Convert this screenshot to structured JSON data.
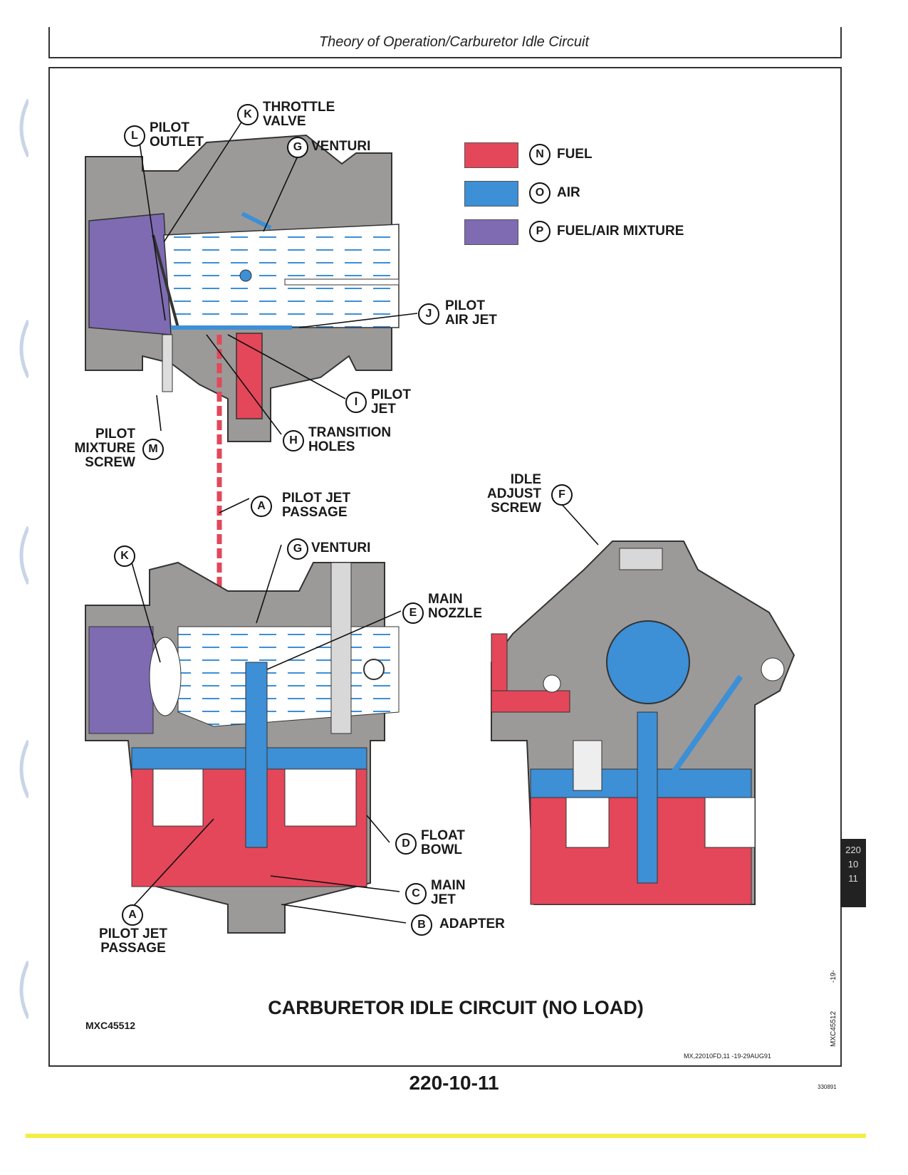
{
  "header": {
    "title": "Theory of Operation/Carburetor Idle Circuit"
  },
  "colors": {
    "fuel": "#e4475a",
    "air": "#3d8fd6",
    "mixture": "#7e6bb2",
    "body": "#9c9a98"
  },
  "legend": [
    {
      "letter": "N",
      "text": "FUEL"
    },
    {
      "letter": "O",
      "text": "AIR"
    },
    {
      "letter": "P",
      "text": "FUEL/AIR MIXTURE"
    }
  ],
  "labels": {
    "L": "PILOT\nOUTLET",
    "K": "THROTTLE\nVALVE",
    "G": "VENTURI",
    "J": "PILOT\nAIR JET",
    "I": "PILOT\nJET",
    "H": "TRANSITION\nHOLES",
    "M": "PILOT\nMIXTURE\nSCREW",
    "A": "PILOT JET\nPASSAGE",
    "G2": "VENTURI",
    "E": "MAIN\nNOZZLE",
    "F": "IDLE\nADJUST\nSCREW",
    "D": "FLOAT\nBOWL",
    "C": "MAIN\nJET",
    "B": "ADAPTER",
    "A2": "PILOT JET\nPASSAGE"
  },
  "callouts": {
    "L": "L",
    "K": "K",
    "G": "G",
    "J": "J",
    "I": "I",
    "H": "H",
    "M": "M",
    "A": "A",
    "K2": "K",
    "G2": "G",
    "E": "E",
    "F": "F",
    "D": "D",
    "C": "C",
    "B": "B",
    "A2": "A"
  },
  "figure": {
    "title": "CARBURETOR IDLE CIRCUIT (NO LOAD)",
    "id": "MXC45512",
    "ref": "MX,22010FD,11  -19-29AUG91",
    "side_id": "MXC45512",
    "side_num": "-19-"
  },
  "page": {
    "number": "220-10-11",
    "small_id": "330891"
  },
  "tab": [
    "220",
    "10",
    "11"
  ]
}
